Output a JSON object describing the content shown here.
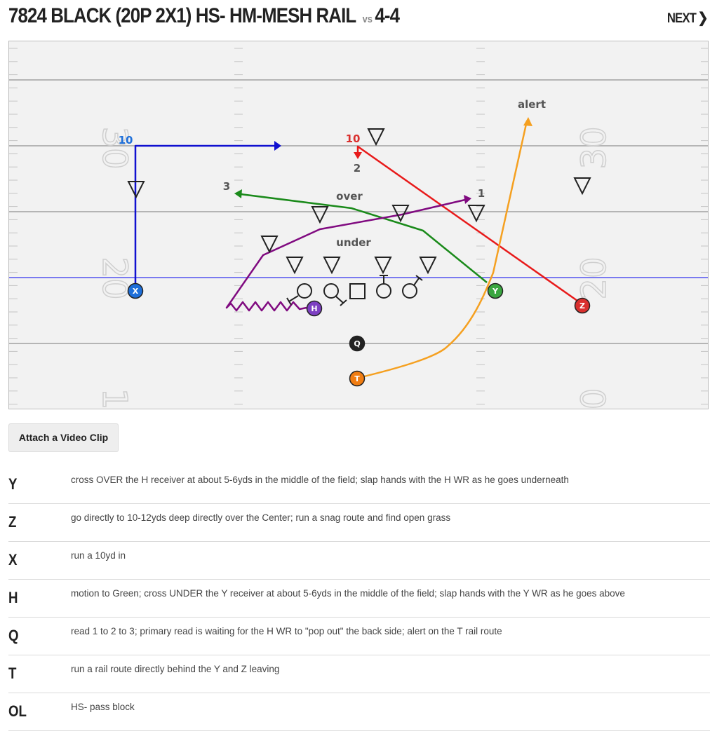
{
  "play": {
    "name": "7824 BLACK (20P 2X1) HS- HM-MESH RAIL",
    "vs_label": "vs",
    "defense": "4-4",
    "next_label": "NEXT"
  },
  "field": {
    "yard_numbers": [
      "30",
      "30",
      "20",
      "20",
      "1",
      "0"
    ],
    "players": [
      {
        "id": "X",
        "label": "X",
        "color": "#1e6fd9"
      },
      {
        "id": "H",
        "label": "H",
        "color": "#7d3fc2"
      },
      {
        "id": "Q",
        "label": "Q",
        "color": "#222222"
      },
      {
        "id": "T",
        "label": "T",
        "color": "#f07d12"
      },
      {
        "id": "Y",
        "label": "Y",
        "color": "#3aa640"
      },
      {
        "id": "Z",
        "label": "Z",
        "color": "#d9302e"
      }
    ],
    "route_labels": {
      "x_depth": "10",
      "z_depth": "10",
      "read_1": "1",
      "read_2": "2",
      "read_3": "3",
      "over": "over",
      "under": "under",
      "alert": "alert"
    },
    "route_colors": {
      "X": "#1010d0",
      "Z": "#e81a1a",
      "Y": "#1a8a1a",
      "H": "#800a80",
      "T": "#f5a020",
      "los": "#7a7af0"
    }
  },
  "attach_label": "Attach a Video Clip",
  "assignments": [
    {
      "pos": "Y",
      "text": "cross OVER the H receiver at about 5-6yds in the middle of the field; slap hands with the H WR as he goes underneath"
    },
    {
      "pos": "Z",
      "text": "go directly to 10-12yds deep directly over the Center; run a snag route and find open grass"
    },
    {
      "pos": "X",
      "text": "run a 10yd in"
    },
    {
      "pos": "H",
      "text": "motion to Green; cross UNDER the Y receiver at about 5-6yds in the middle of the field; slap hands with the Y WR as he goes above"
    },
    {
      "pos": "Q",
      "text": "read 1 to 2 to 3; primary read is waiting for the H WR to \"pop out\" the back side; alert on the T rail route"
    },
    {
      "pos": "T",
      "text": "run a rail route directly behind the Y and Z leaving"
    },
    {
      "pos": "OL",
      "text": "HS- pass block"
    }
  ]
}
